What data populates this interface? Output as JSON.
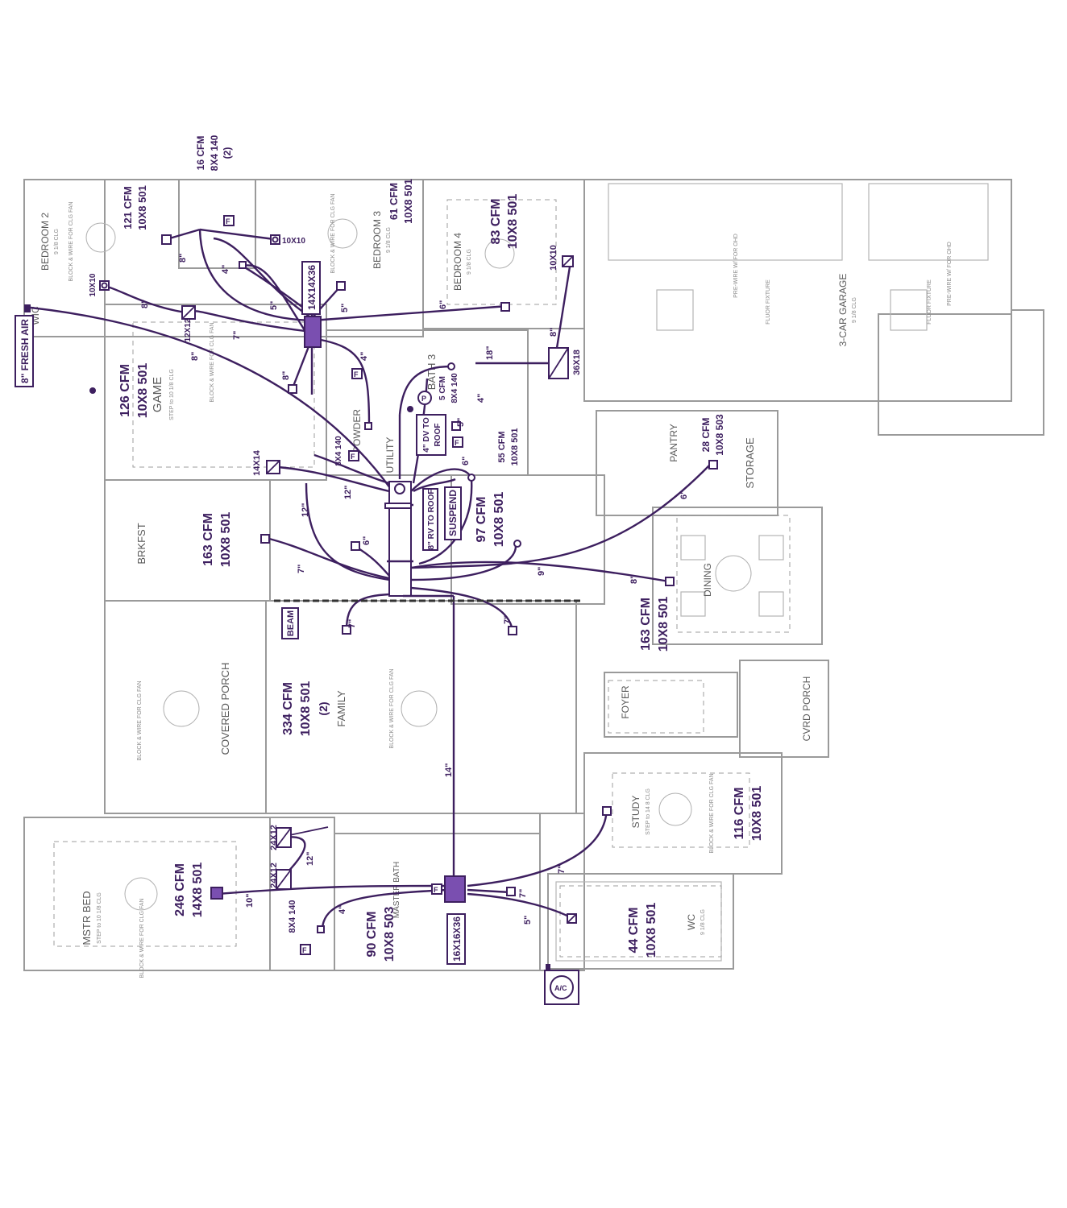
{
  "rooms": {
    "bedroom2": "BEDROOM 2",
    "bedroom2_sub": "9 1/8 CLG",
    "wic": "WIC",
    "bedroom3": "BEDROOM 3",
    "bedroom3_sub": "9 1/8 CLG",
    "bedroom4": "BEDROOM 4",
    "bedroom4_sub": "9 1/8 CLG",
    "garage": "3-CAR GARAGE",
    "garage_sub": "9 1/8 CLG",
    "game": "GAME",
    "game_sub": "STEP to 10 1/8 CLG",
    "powder": "POWDER",
    "utility": "UTILITY",
    "bath3": "BATH 3",
    "pantry": "PANTRY",
    "storage": "STORAGE",
    "brkfst": "BRKFST",
    "dining": "DINING",
    "family": "FAMILY",
    "covered_porch": "COVERED PORCH",
    "foyer": "FOYER",
    "cvrd_porch": "CVRD PORCH",
    "study": "STUDY",
    "study_sub": "STEP to 14 8 CLG",
    "mstr_bed": "MSTR BED",
    "mstr_bed_sub": "STEP to 10 1/8 CLG",
    "master_bath": "MASTER BATH",
    "wc": "WC",
    "wc_sub": "9 1/8 CLG",
    "fan_note": "BLOCK & WIRE FOR CLG FAN",
    "flour_fixture": "FLUOR FIXTURE",
    "opener": "PRE-WIRE W/ FOR OHD"
  },
  "hvac": {
    "fresh_air": "8\" FRESH AIR",
    "beam": "BEAM",
    "suspend": "SUSPEND",
    "rv_to_roof": "8\" RV TO ROOF",
    "dv_to_roof_1": "4\" DV TO",
    "dv_to_roof_2": "ROOF",
    "plenum_upper": "14X14X36",
    "plenum_lower": "16X16X36",
    "return_14x14": "14X14",
    "return_36x18": "36X18",
    "return_24x12_a": "24X12",
    "return_24x12_b": "24X12",
    "return_12x12": "12X12",
    "grille_10x10_a": "10X10",
    "grille_10x10_b": "10X10",
    "grille_10x10_c": "10X10",
    "ac": "A/C",
    "f": "F",
    "p": "P"
  },
  "loads": {
    "bath_top_cfm": "16 CFM",
    "bath_top_size": "8X4 140",
    "bath_top_qty": "(2)",
    "bed2_cfm": "121 CFM",
    "bed2_size": "10X8 501",
    "bed3_cfm": "61 CFM",
    "bed3_size": "10X8 501",
    "bed4_cfm": "83 CFM",
    "bed4_size": "10X8 501",
    "game_cfm": "126 CFM",
    "game_size": "10X8 501",
    "bath3_cfm": "5 CFM",
    "bath3_size": "8X4 140",
    "powder_size": "8X4 140",
    "util_cfm": "55 CFM",
    "util_size": "10X8 501",
    "storage_cfm": "28 CFM",
    "storage_size": "10X8 503",
    "brkfst_cfm": "163 CFM",
    "brkfst_size": "10X8 501",
    "kitchen_cfm": "97 CFM",
    "kitchen_size": "10X8 501",
    "dining_cfm": "163 CFM",
    "dining_size": "10X8 501",
    "family_cfm": "334 CFM",
    "family_size": "10X8 501",
    "family_qty": "(2)",
    "study_cfm": "116 CFM",
    "study_size": "10X8 501",
    "mstr_cfm": "246 CFM",
    "mstr_size": "14X8 501",
    "mbath_cfm": "90 CFM",
    "mbath_size": "10X8 503",
    "mbath_small_size": "8X4 140",
    "wc_cfm": "44 CFM",
    "wc_size": "10X8 501"
  },
  "duct_sizes": {
    "d8_a": "8\"",
    "d8_b": "8\"",
    "d8_c": "8\"",
    "d8_d": "8\"",
    "d8_e": "8\"",
    "d8_f": "8\"",
    "d4_a": "4\"",
    "d4_b": "4\"",
    "d4_c": "4\"",
    "d4_d": "4\"",
    "d5_a": "5\"",
    "d5_b": "5\"",
    "d5_c": "5\"",
    "d5_d": "5\"",
    "d6_a": "6\"",
    "d6_b": "6\"",
    "d6_c": "6\"",
    "d6_d": "6\"",
    "d7_a": "7\"",
    "d7_b": "7\"",
    "d7_c": "7\"",
    "d7_d": "7\"",
    "d7_e": "7\"",
    "d7_f": "7\"",
    "d9": "9\"",
    "d10": "10\"",
    "d12_a": "12\"",
    "d12_b": "12\"",
    "d12_c": "12\"",
    "d14": "14\"",
    "d18": "18\""
  },
  "colors": {
    "duct": "#3d1f5f",
    "plenum": "#7a4fb0",
    "wall": "#9a9a9a"
  }
}
